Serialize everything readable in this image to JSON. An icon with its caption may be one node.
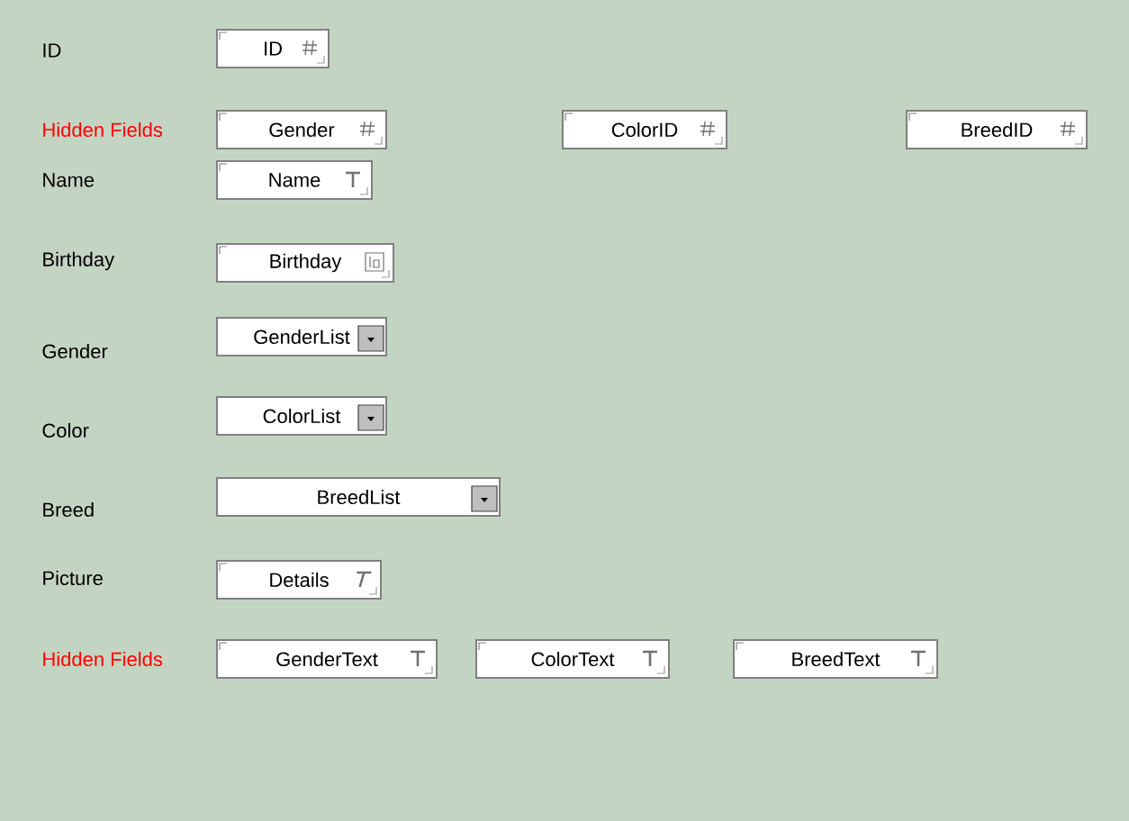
{
  "diagram": {
    "nodes": [
      {
        "text": [
          "ID"
        ]
      },
      {
        "text": [
          "Gender"
        ]
      },
      {
        "text": [
          "ColorID"
        ]
      },
      {
        "text": [
          "BreedID"
        ]
      },
      {
        "text": [
          "Name"
        ]
      },
      {
        "text": [
          "Birthday"
        ]
      },
      {
        "text": [
          "GenderList"
        ]
      },
      {
        "text": [
          "ColorList"
        ]
      },
      {
        "text": [
          "BreedList"
        ]
      },
      {
        "text": [
          "Details"
        ]
      },
      {
        "text": [
          "GenderText"
        ]
      },
      {
        "text": [
          "ColorText"
        ]
      },
      {
        "text": [
          "BreedText"
        ]
      }
    ],
    "labels": [
      "ID",
      "Hidden Fields",
      "Name",
      "Birthday",
      "Gender",
      "Color",
      "Breed",
      "Picture",
      "Hidden Fields"
    ]
  }
}
